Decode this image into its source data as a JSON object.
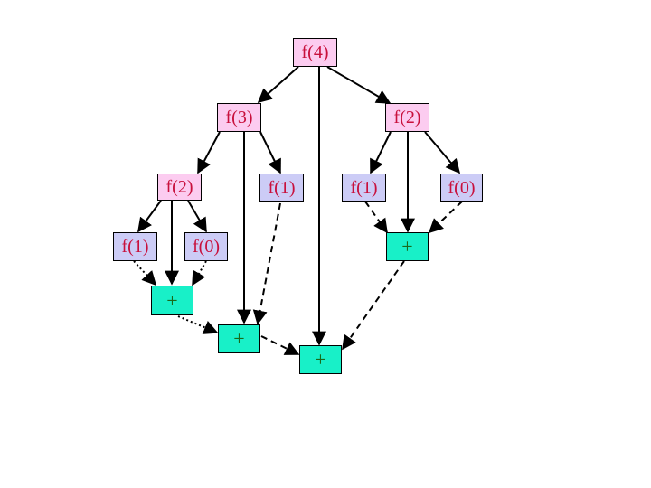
{
  "colors": {
    "call_box_pink": "#fcccf0",
    "call_box_blue": "#ccccf6",
    "call_text": "#c8103c",
    "sum_box": "#18f0c8",
    "sum_text": "#1a6a1a",
    "edge": "#000000"
  },
  "nodes": {
    "f4": "f(4)",
    "f3": "f(3)",
    "f2_right": "f(2)",
    "f2_left": "f(2)",
    "f1_mid": "f(1)",
    "f1_right": "f(1)",
    "f0_right": "f(0)",
    "f1_left": "f(1)",
    "f0_left": "f(0)",
    "plus_left": "+",
    "plus_right": "+",
    "plus_mid": "+",
    "plus_bottom": "+"
  },
  "edge_styles": {
    "spawn": "solid",
    "return_inner": "dotted",
    "return_outer": "dashed"
  }
}
